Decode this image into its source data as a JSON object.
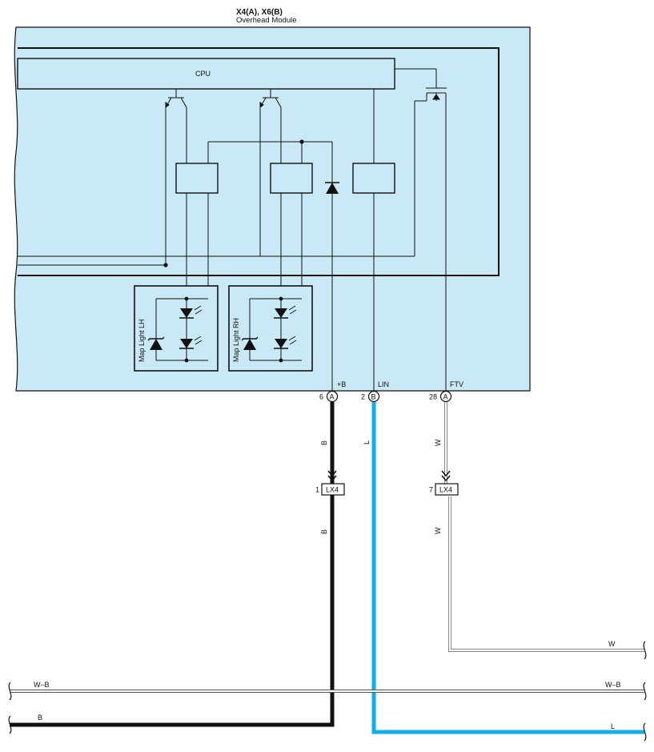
{
  "module": {
    "connectors_title": "X4(A), X6(B)",
    "name": "Overhead Module",
    "cpu_label": "CPU",
    "map_light_lh": "Map Light LH",
    "map_light_rh": "Map Light RH"
  },
  "pins": {
    "b_plus": {
      "number": "6",
      "letter": "A",
      "name": "+B"
    },
    "lin": {
      "number": "2",
      "letter": "B",
      "name": "LIN"
    },
    "ftv": {
      "number": "28",
      "letter": "A",
      "name": "FTV"
    }
  },
  "inline_connectors": {
    "left": {
      "pin": "1",
      "name": "LX4"
    },
    "right": {
      "pin": "7",
      "name": "LX4"
    }
  },
  "wire_colors": {
    "b_upper": "B",
    "b_lower": "B",
    "lin": "L",
    "ftv_upper": "W",
    "ftv_lower": "W",
    "bus_w": "W",
    "bus_wb_left": "W–B",
    "bus_wb_right": "W–B",
    "bus_b": "B",
    "bus_l": "L"
  },
  "colors": {
    "module_fill": "#c9e9f7",
    "lin_wire": "#12aee6",
    "black_wire": "#111111",
    "white_wire": "#888888"
  }
}
